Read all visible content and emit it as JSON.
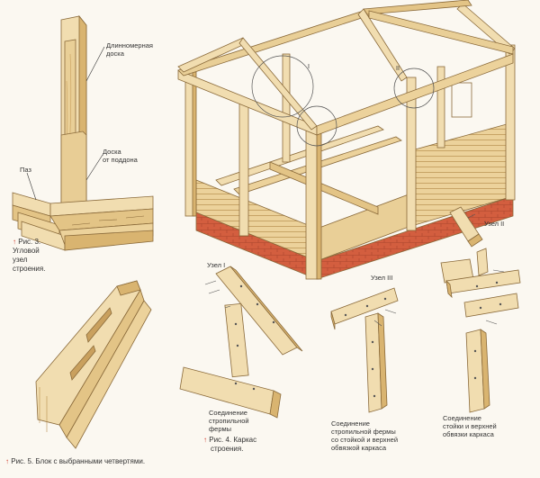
{
  "labels": {
    "long_board": [
      "Длинномерная",
      "доска"
    ],
    "pallet_board": [
      "Доска",
      "от поддона"
    ],
    "groove": "Паз",
    "node1": "Узел I",
    "node2": "Узел II",
    "node3": "Узел III",
    "marker_1": "I",
    "marker_2": "II"
  },
  "captions": {
    "fig3": {
      "arrow": "↑",
      "prefix": "Рис. 3.",
      "lines": [
        "Угловой",
        "узел",
        "строения."
      ]
    },
    "fig5": {
      "arrow": "↑",
      "text": "Рис. 5. Блок с выбранными четвертями."
    },
    "fig4": {
      "arrow": "↑",
      "lines": [
        "Рис. 4. Каркас",
        "строения."
      ]
    },
    "node1_desc": [
      "Соединение",
      "стропильной",
      "фермы"
    ],
    "node3_desc": [
      "Соединение",
      "стропильной фермы",
      "со стойкой и верхней",
      "обвязкой каркаса"
    ],
    "node2_desc": [
      "Соединение",
      "стойки и верхней",
      "обвязки каркаса"
    ]
  },
  "colors": {
    "wood_light": "#f1ddb0",
    "wood_mid": "#e3c486",
    "wood_dark": "#c9a05e",
    "outline": "#8a6a3a",
    "brick": "#d35e3f",
    "brick_dark": "#a9452c",
    "accent_red": "#d13b2b"
  }
}
